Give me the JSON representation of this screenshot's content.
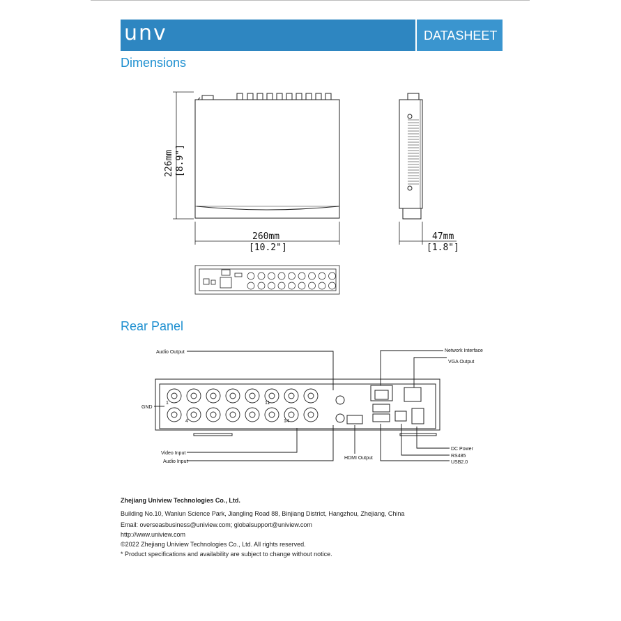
{
  "header": {
    "logo": "unv",
    "label": "DATASHEET",
    "bar_color": "#2e86c1"
  },
  "sections": {
    "dimensions": "Dimensions",
    "rear_panel": "Rear Panel"
  },
  "dimensions": {
    "height_mm": "226mm",
    "height_in": "[8.9\"]",
    "width_mm": "260mm",
    "width_in": "[10.2\"]",
    "depth_mm": "47mm",
    "depth_in": "[1.8\"]"
  },
  "rear_panel": {
    "callouts": {
      "audio_output": "Audio Output",
      "network_interface": "Network Interface",
      "vga_output": "VGA Output",
      "gnd": "GND",
      "video_input": "Video Input",
      "audio_input": "Audio Input",
      "hdmi_output": "HDMI Output",
      "dc_power": "DC Power",
      "rs485": "RS485",
      "usb": "USB2.0"
    },
    "port_numbers": [
      "1",
      "4",
      "11",
      "14"
    ]
  },
  "footer": {
    "company": "Zhejiang Uniview Technologies Co., Ltd.",
    "address": "Building No.10, Wanlun Science Park, Jiangling Road 88, Binjiang District, Hangzhou, Zhejiang, China",
    "email": "Email: overseasbusiness@uniview.com; globalsupport@uniview.com",
    "website": "http://www.uniview.com",
    "copyright": "©2022 Zhejiang Uniview Technologies Co., Ltd. All rights reserved.",
    "note": "*  Product specifications and availability are subject to change without notice."
  }
}
